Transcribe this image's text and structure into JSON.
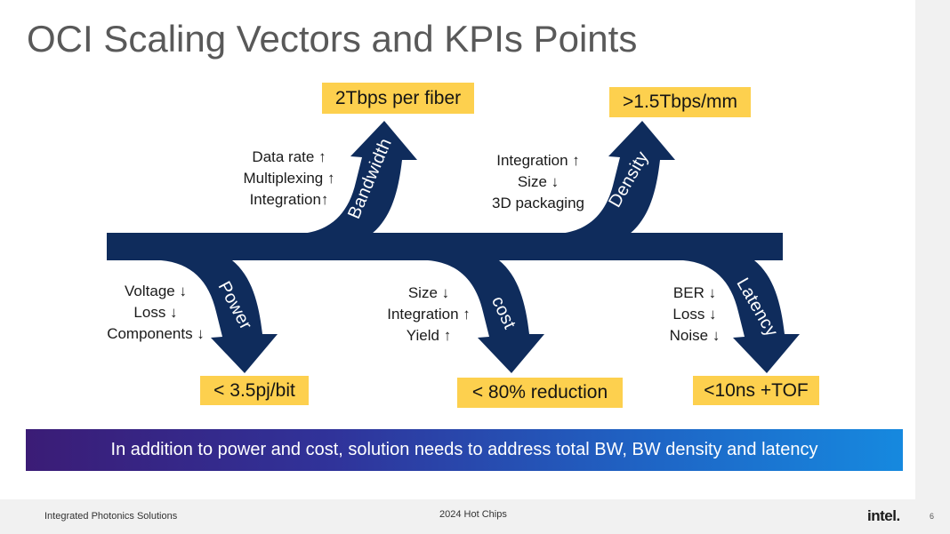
{
  "slide": {
    "title": "OCI Scaling Vectors and KPIs Points"
  },
  "diagram": {
    "colors": {
      "arrow": "#0f2c5c",
      "kpi_box": "#fdd04e"
    },
    "arrows": {
      "bandwidth": {
        "label": "Bandwidth",
        "kpi": "2Tbps per fiber",
        "factors": [
          "Data rate ↑",
          "Multiplexing ↑",
          "Integration↑"
        ]
      },
      "density": {
        "label": "Density",
        "kpi": ">1.5Tbps/mm",
        "factors": [
          "Integration ↑",
          "Size ↓",
          "3D packaging"
        ]
      },
      "power": {
        "label": "Power",
        "kpi": "< 3.5pj/bit",
        "factors": [
          "Voltage ↓",
          "Loss ↓",
          "Components ↓"
        ]
      },
      "cost": {
        "label": "cost",
        "kpi": "< 80% reduction",
        "factors": [
          "Size ↓",
          "Integration ↑",
          "Yield ↑"
        ]
      },
      "latency": {
        "label": "Latency",
        "kpi": "<10ns +TOF",
        "factors": [
          "BER ↓",
          "Loss ↓",
          "Noise ↓"
        ]
      }
    }
  },
  "banner": {
    "text": "In addition to power and cost, solution needs to address total BW, BW density and latency",
    "gradient_start": "#3b1c76",
    "gradient_end": "#1689df"
  },
  "footer": {
    "left": "Integrated Photonics Solutions",
    "center": "2024 Hot Chips",
    "logo": "intel.",
    "page": "6"
  }
}
